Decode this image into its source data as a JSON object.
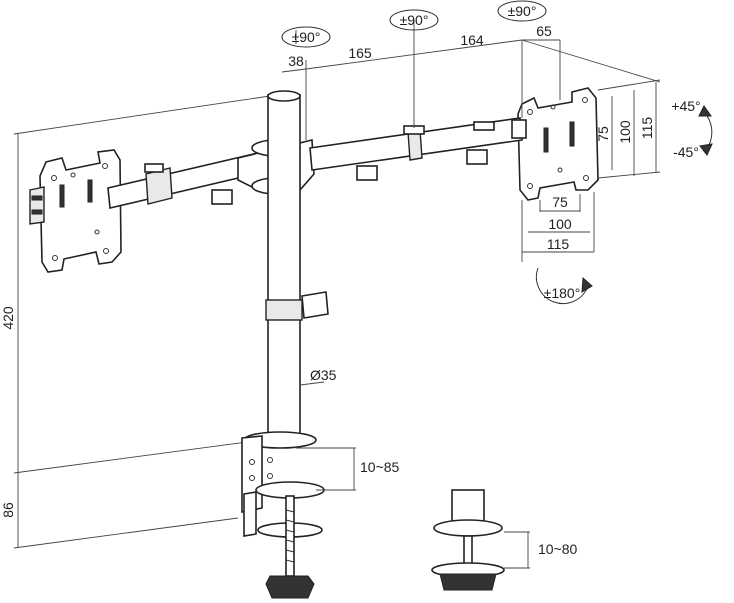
{
  "rotations": {
    "left_pivot": "±90°",
    "center_pivot": "±90°",
    "right_pivot": "±90°",
    "monitor_rotation": "±180°",
    "tilt_up": "+45°",
    "tilt_down": "-45°"
  },
  "dimensions": {
    "arm_offset": "38",
    "arm_segment_1": "165",
    "arm_segment_2": "164",
    "head_depth": "65",
    "pole_height": "420",
    "clamp_height": "86",
    "pole_diameter": "Ø35",
    "clamp_range": "10~85",
    "grommet_range": "10~80",
    "vesa_h_75": "75",
    "vesa_h_100": "100",
    "vesa_h_115": "115",
    "vesa_v_75": "75",
    "vesa_v_100": "100",
    "vesa_v_115": "115"
  }
}
